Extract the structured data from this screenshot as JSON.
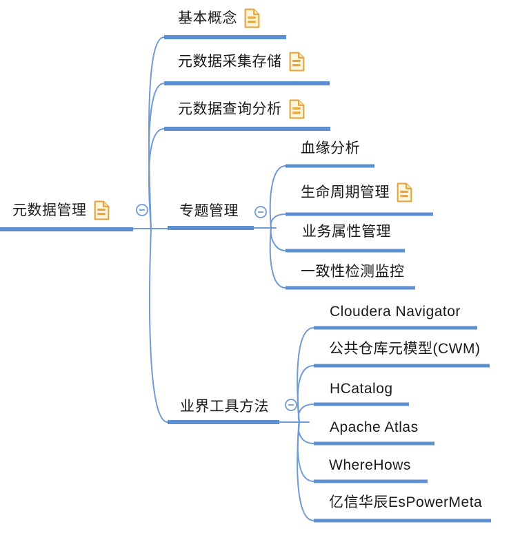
{
  "mindmap": {
    "type": "mindmap",
    "root": {
      "label": "元数据管理",
      "has_note": true,
      "collapse_state": "expanded"
    },
    "branches": [
      {
        "label": "基本概念",
        "has_note": true
      },
      {
        "label": "元数据采集存储",
        "has_note": true
      },
      {
        "label": "元数据查询分析",
        "has_note": true
      },
      {
        "label": "专题管理",
        "has_note": false,
        "collapse_state": "expanded",
        "children": [
          {
            "label": "血缘分析",
            "has_note": false
          },
          {
            "label": "生命周期管理",
            "has_note": true
          },
          {
            "label": "业务属性管理",
            "has_note": false
          },
          {
            "label": "一致性检测监控",
            "has_note": false
          }
        ]
      },
      {
        "label": "业界工具方法",
        "has_note": false,
        "collapse_state": "expanded",
        "children": [
          {
            "label": "Cloudera Navigator",
            "has_note": false
          },
          {
            "label": "公共仓库元模型(CWM)",
            "has_note": false
          },
          {
            "label": "HCatalog",
            "has_note": false
          },
          {
            "label": "Apache Atlas",
            "has_note": false
          },
          {
            "label": "WhereHows",
            "has_note": false
          },
          {
            "label": "亿信华辰EsPowerMeta",
            "has_note": false
          }
        ]
      }
    ],
    "colors": {
      "branch_bar": "#5B8FD0",
      "connector_wire": "#6F9AD3",
      "collapse_icon": "#7AA2D8",
      "note_icon_border": "#E2A33D",
      "note_icon_fill": "#FCF5DB",
      "text": "#1A1A1A",
      "background": "#FFFFFF"
    }
  }
}
